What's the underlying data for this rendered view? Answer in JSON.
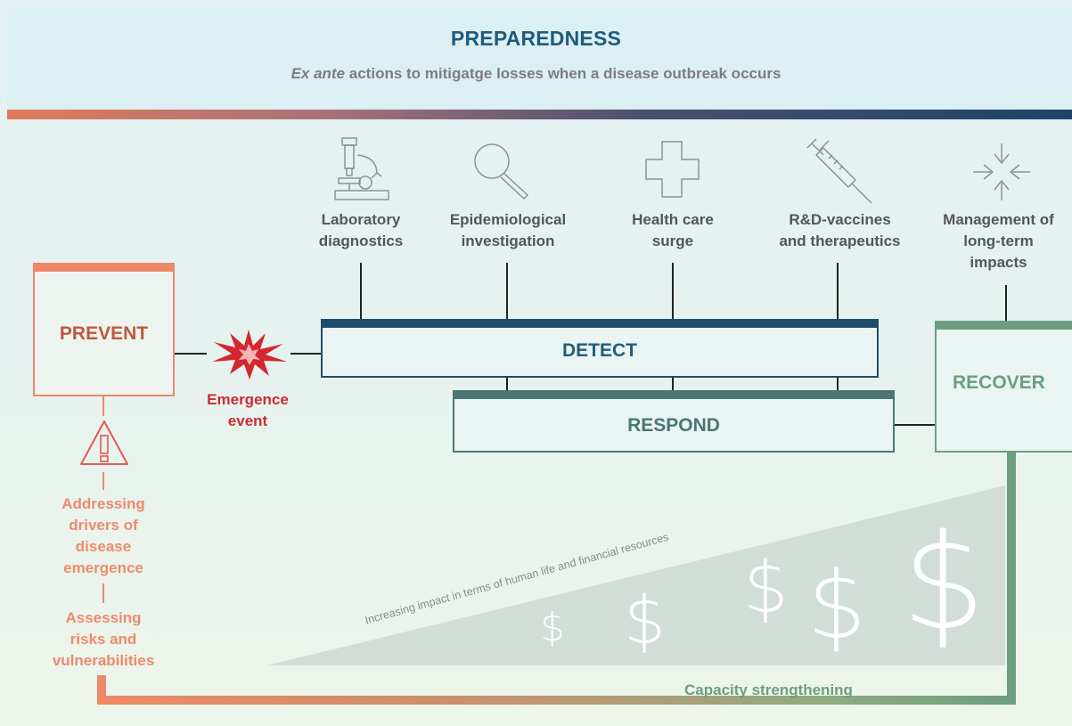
{
  "header": {
    "title": "PREPAREDNESS",
    "subtitle_italic": "Ex ante",
    "subtitle_rest": " actions to mitigatge losses when a disease outbreak occurs"
  },
  "columns": [
    {
      "icon": "microscope-icon",
      "line1": "Laboratory",
      "line2": "diagnostics",
      "line3": ""
    },
    {
      "icon": "magnifier-icon",
      "line1": "Epidemiological",
      "line2": "investigation",
      "line3": ""
    },
    {
      "icon": "medical-cross-icon",
      "line1": "Health care",
      "line2": "surge",
      "line3": ""
    },
    {
      "icon": "syringe-icon",
      "line1": "R&D-vaccines",
      "line2": "and therapeutics",
      "line3": ""
    },
    {
      "icon": "converging-arrows-icon",
      "line1": "Management of",
      "line2": "long-term",
      "line3": "impacts"
    }
  ],
  "boxes": {
    "prevent": "PREVENT",
    "detect": "DETECT",
    "respond": "RESPOND",
    "recover": "RECOVER"
  },
  "emergence": {
    "line1": "Emergence",
    "line2": "event"
  },
  "prevent_notes": {
    "drivers": [
      "Addressing",
      "drivers of",
      "disease",
      "emergence"
    ],
    "risks": [
      "Assessing",
      "risks and",
      "vulnerabilities"
    ]
  },
  "impact_text": "Increasing impact in terms of human life and financial resources",
  "capacity_text": "Capacity strengthening",
  "dollar_symbol": "$",
  "colors": {
    "header_blue": "#1d5b7c",
    "prevent_orange": "#ee8866",
    "emergence_red": "#cf2a34",
    "detect_navy": "#1e4c6a",
    "respond_teal": "#4a7773",
    "recover_green": "#6b9e80"
  }
}
